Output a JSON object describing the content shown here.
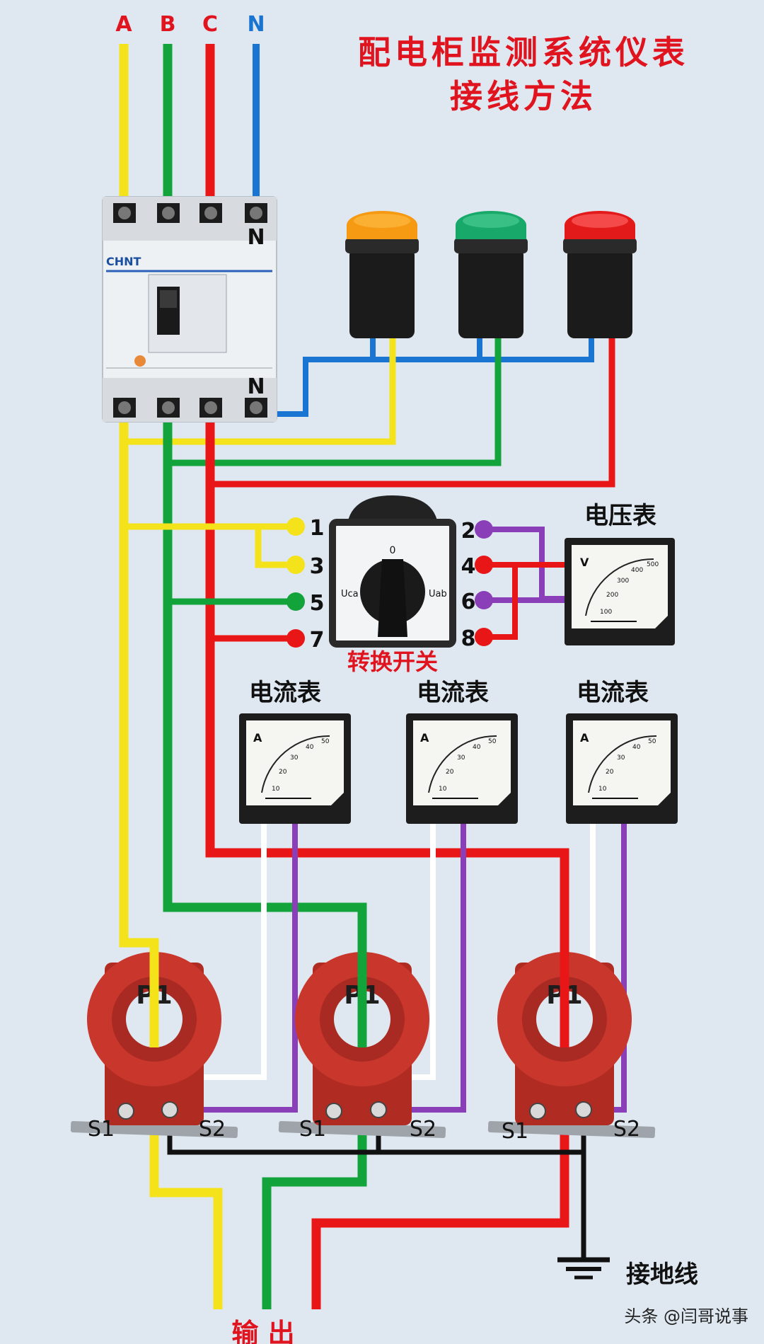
{
  "title": {
    "line1": "配电柜监测系统仪表",
    "line2": "接线方法"
  },
  "phases": [
    {
      "label": "A",
      "color": "#f4e21a",
      "label_color": "#e0141e"
    },
    {
      "label": "B",
      "color": "#12a33a",
      "label_color": "#e0141e"
    },
    {
      "label": "C",
      "color": "#e81616",
      "label_color": "#e0141e"
    },
    {
      "label": "N",
      "color": "#1a74d2",
      "label_color": "#1a74d2"
    }
  ],
  "breaker": {
    "brand": "CHNT",
    "neutral_top": "N",
    "neutral_bottom": "N"
  },
  "indicators": [
    {
      "color": "#f59a12"
    },
    {
      "color": "#17a86a"
    },
    {
      "color": "#e31a1a"
    }
  ],
  "switch": {
    "caption": "转换开关",
    "knob_zero": "0",
    "label_left": "Uca",
    "label_right": "Uab",
    "terminals_left": [
      "1",
      "3",
      "5",
      "7"
    ],
    "terminals_right": [
      "2",
      "4",
      "6",
      "8"
    ]
  },
  "voltmeter": {
    "title": "电压表",
    "unit": "V",
    "scale": [
      "100",
      "200",
      "300",
      "400",
      "500"
    ]
  },
  "ammeters": [
    {
      "title": "电流表",
      "unit": "A",
      "scale": [
        "10",
        "20",
        "30",
        "40",
        "50"
      ]
    },
    {
      "title": "电流表",
      "unit": "A",
      "scale": [
        "10",
        "20",
        "30",
        "40",
        "50"
      ]
    },
    {
      "title": "电流表",
      "unit": "A",
      "scale": [
        "10",
        "20",
        "30",
        "40",
        "50"
      ]
    }
  ],
  "transformers": [
    {
      "label": "P1",
      "s1": "S1",
      "s2": "S2"
    },
    {
      "label": "P1",
      "s1": "S1",
      "s2": "S2"
    },
    {
      "label": "P1",
      "s1": "S1",
      "s2": "S2"
    }
  ],
  "ground_label": "接地线",
  "output_label": "输 出",
  "watermark": "头条 @闫哥说事",
  "colors": {
    "background": "#dfe8f1",
    "yellow": "#f4e21a",
    "green": "#12a33a",
    "red": "#e81616",
    "blue": "#1a74d2",
    "purple": "#8a3fb8",
    "white": "#ffffff",
    "black": "#111111",
    "ct_body": "#c8362c"
  }
}
